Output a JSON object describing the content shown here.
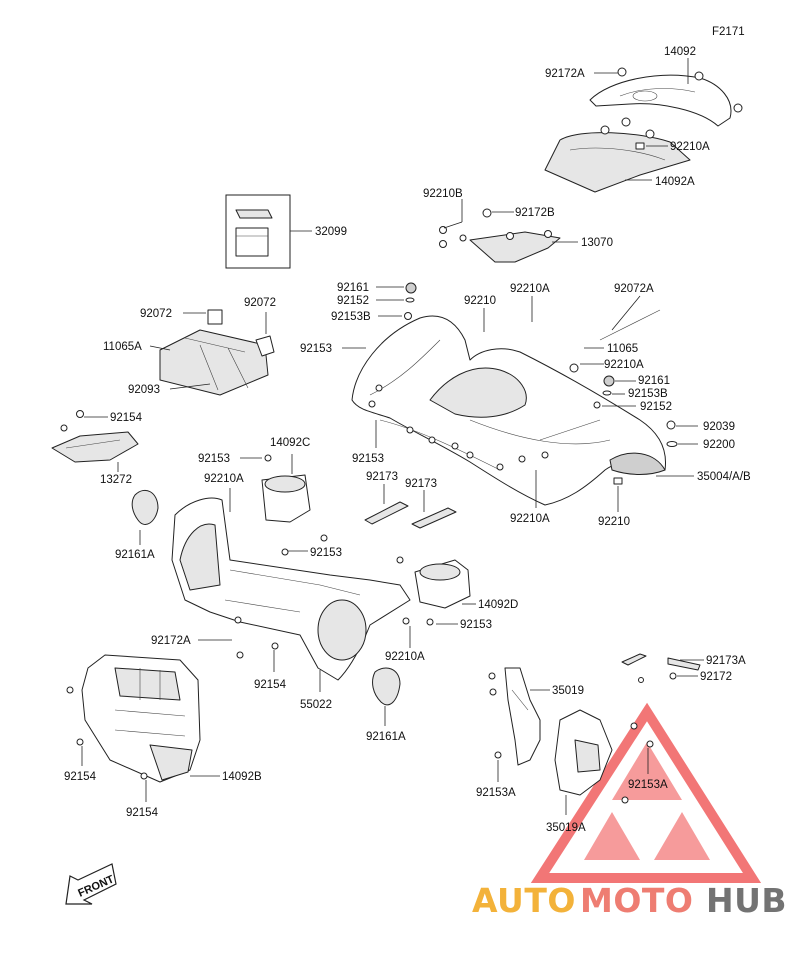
{
  "figure_code": "F2171",
  "front_label": "FRONT",
  "watermark": {
    "auto": "AUTO",
    "moto": "MOTO",
    "hub": "HUB",
    "colors": {
      "auto": "#f3b23a",
      "moto": "#ee7d72",
      "hub": "#737373",
      "triangle": "#ee4848"
    }
  },
  "labels": {
    "p14092": "14092",
    "p92172A_top": "92172A",
    "p92210A_top": "92210A",
    "p14092A": "14092A",
    "p32099": "32099",
    "p92210B": "92210B",
    "p92172B": "92172B",
    "p13070": "13070",
    "p92161_a": "92161",
    "p92152_a": "92152",
    "p92153B_a": "92153B",
    "p92153_a": "92153",
    "p92210": "92210",
    "p92210A_b": "92210A",
    "p92072A": "92072A",
    "p92072_l": "92072",
    "p92072_r": "92072",
    "p11065A": "11065A",
    "p92093": "92093",
    "p11065": "11065",
    "p92210A_c": "92210A",
    "p92161_b": "92161",
    "p92153B_b": "92153B",
    "p92152_b": "92152",
    "p92154_a": "92154",
    "p13272": "13272",
    "p92039": "92039",
    "p92200": "92200",
    "p35004": "35004/A/B",
    "p92153_b": "92153",
    "p14092C": "14092C",
    "p92210A_d": "92210A",
    "p92173_l": "92173",
    "p92173_r": "92173",
    "p92153_c": "92153",
    "p92210A_e": "92210A",
    "p92210_b": "92210",
    "p92161A_a": "92161A",
    "p92153_d": "92153",
    "p14092D": "14092D",
    "p92172A_b": "92172A",
    "p92153_e": "92153",
    "p92210A_f": "92210A",
    "p92154_b": "92154",
    "p55022": "55022",
    "p92161A_b": "92161A",
    "p92173A": "92173A",
    "p92172": "92172",
    "p35019": "35019",
    "p92154_c": "92154",
    "p14092B": "14092B",
    "p92154_d": "92154",
    "p92153A_a": "92153A",
    "p92153A_b": "92153A",
    "p35019A": "35019A"
  }
}
